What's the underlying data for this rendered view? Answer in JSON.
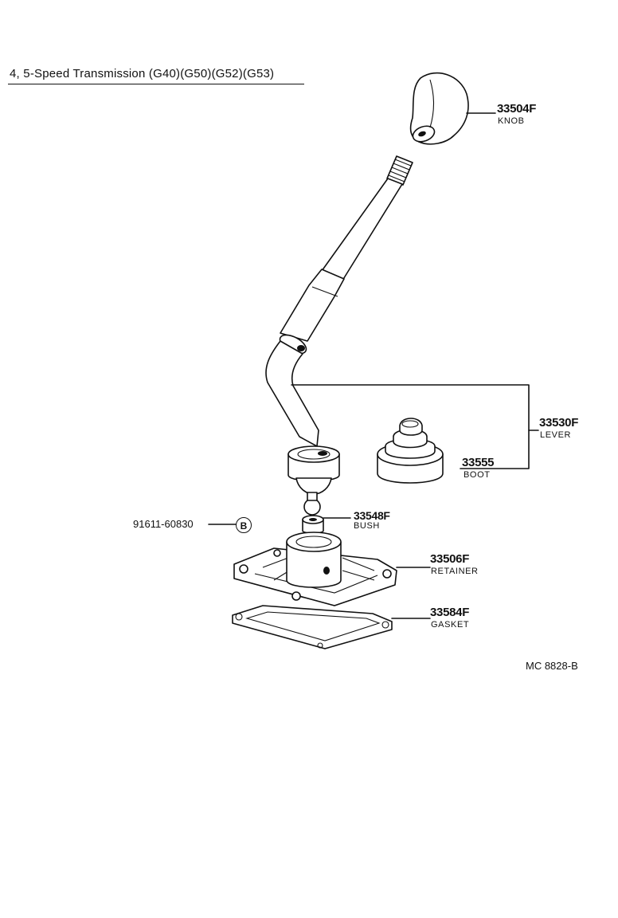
{
  "title": "4, 5-Speed Transmission (G40)(G50)(G52)(G53)",
  "diagram_code": "MC 8828-B",
  "parts": [
    {
      "number": "33504F",
      "name": "KNOB"
    },
    {
      "number": "33530F",
      "name": "LEVER"
    },
    {
      "number": "33555",
      "name": "BOOT"
    },
    {
      "number": "33548F",
      "name": "BUSH"
    },
    {
      "number": "33506F",
      "name": "RETAINER"
    },
    {
      "number": "33584F",
      "name": "GASKET"
    }
  ],
  "fastener": {
    "number": "91611-60830",
    "badge": "B"
  }
}
